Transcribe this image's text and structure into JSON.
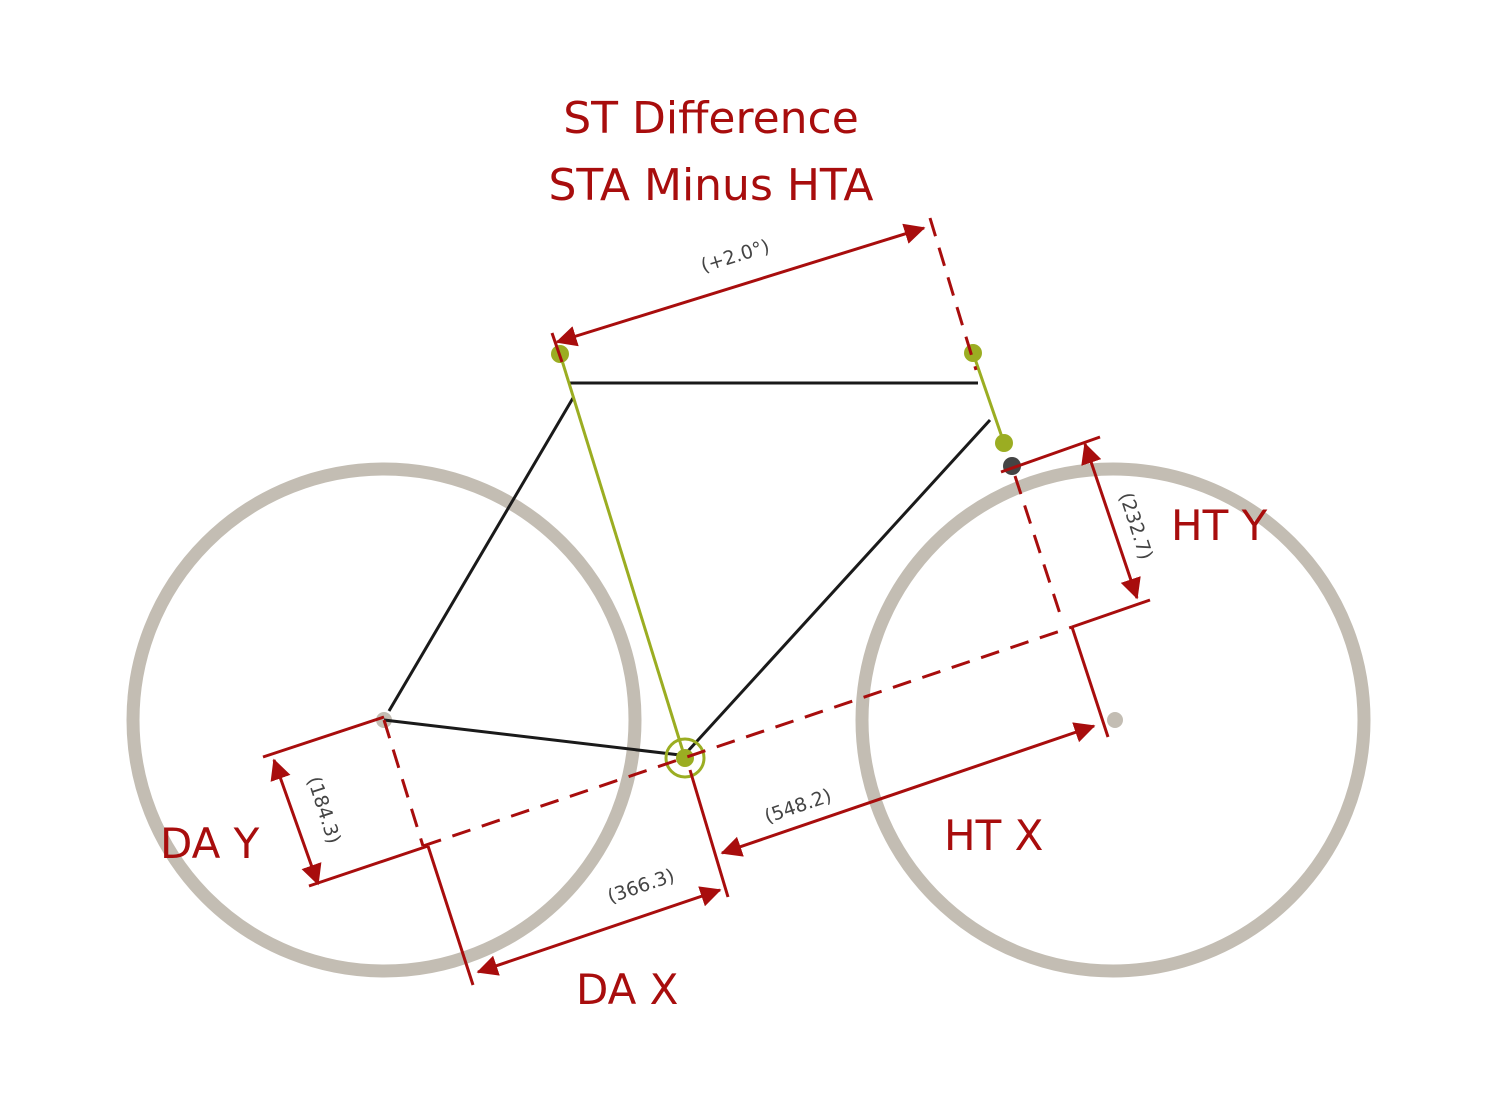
{
  "colors": {
    "accent": "#a80d0d",
    "frame": "#1a1a1a",
    "fit_line": "#9bad22",
    "wheel": "#c3bdb3",
    "measurement_text": "#444444",
    "steerer_dot": "#444444"
  },
  "title": {
    "line1": "ST Difference",
    "line2": "STA Minus HTA"
  },
  "labels": {
    "st_difference_value": "(+2.0°)",
    "ht_y_label": "HT Y",
    "ht_y_value": "(232.7)",
    "ht_x_label": "HT X",
    "ht_x_value": "(548.2)",
    "da_y_label": "DA Y",
    "da_y_value": "(184.3)",
    "da_x_label": "DA X",
    "da_x_value": "(366.3)"
  }
}
